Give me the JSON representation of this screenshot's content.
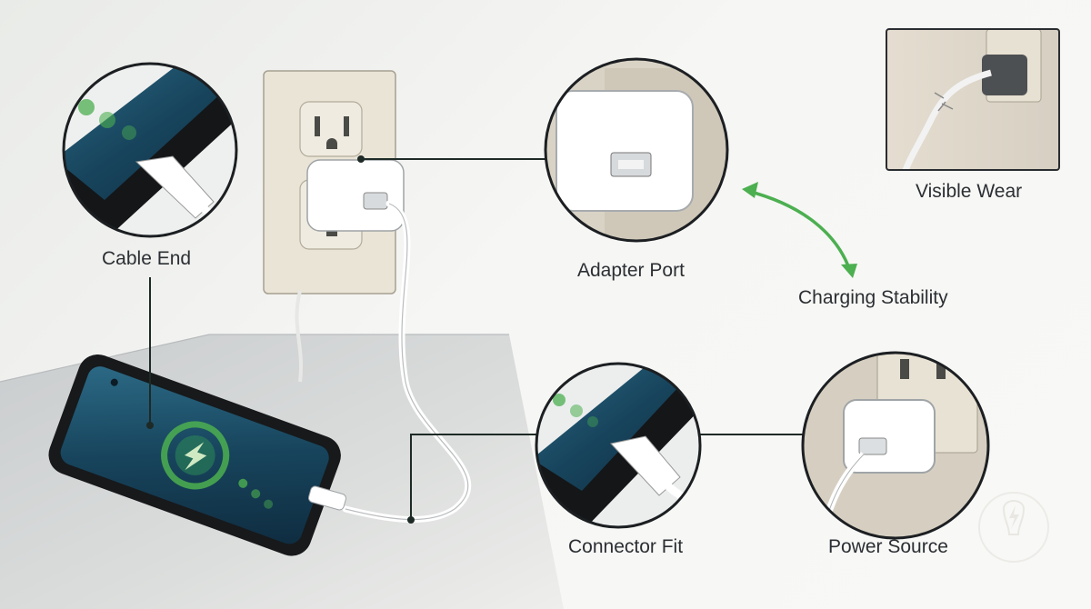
{
  "labels": {
    "cable_end": "Cable End",
    "adapter_port": "Adapter Port",
    "charging_stability": "Charging Stability",
    "visible_wear": "Visible Wear",
    "connector_fit": "Connector Fit",
    "power_source": "Power Source"
  },
  "icons": {
    "phone_screen": "charging-bolt-icon",
    "stability_arrow": "double-headed-curved-arrow",
    "watermark": "lightning-bulb-icon"
  },
  "colors": {
    "accent_green": "#4caf50",
    "leader_line": "#1e2a26",
    "callout_border": "#1c1f22",
    "background": "#f4f4f2",
    "wall_plate": "#e9e4d6",
    "screen_dark": "#173a4f"
  }
}
